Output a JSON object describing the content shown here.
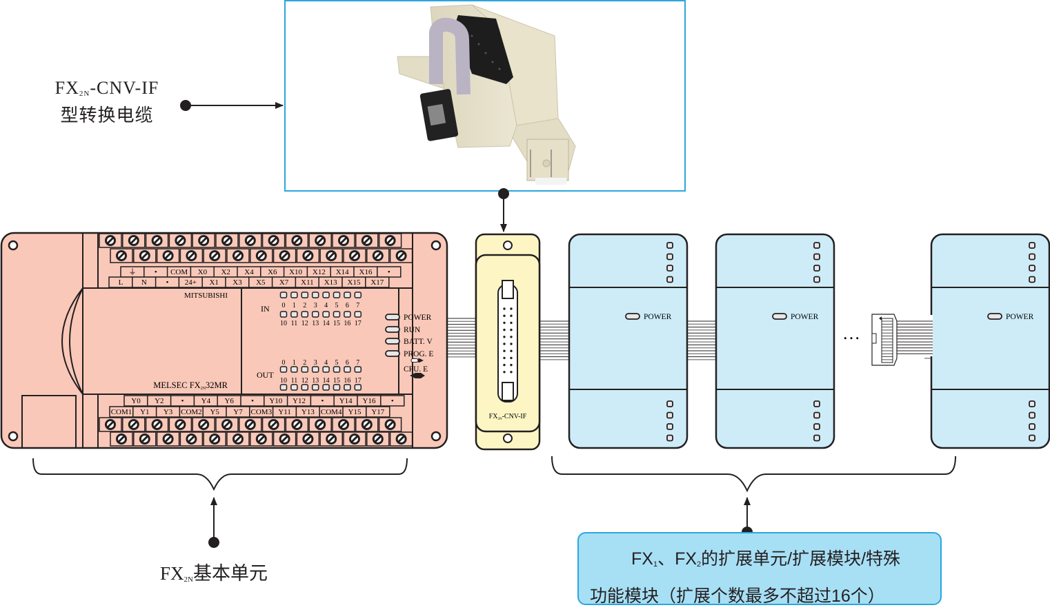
{
  "colors": {
    "base_unit_fill": "#f9c8b8",
    "adapter_fill": "#fdf6c4",
    "module_fill": "#cdecf8",
    "callout_fill": "#a7dff5",
    "accent_border": "#2aa6dd",
    "line": "#231f20"
  },
  "cable_label": {
    "line1_prefix": "FX",
    "line1_sub": "2N",
    "line1_suffix": "-CNV-IF",
    "line2": "型转换电缆"
  },
  "photo": {
    "alt": "FX2N-CNV-IF converter cable photo"
  },
  "base_unit": {
    "brand": "MITSUBISHI",
    "model_prefix": "MELSEC FX",
    "model_sub": "2N",
    "model_suffix": "32MR",
    "top_terminals_row1": [
      "⏚",
      "•",
      "COM",
      "X0",
      "X2",
      "X4",
      "X6",
      "X10",
      "X12",
      "X14",
      "X16",
      "•"
    ],
    "top_terminals_row2": [
      "L",
      "N",
      "•",
      "24+",
      "X1",
      "X3",
      "X5",
      "X7",
      "X11",
      "X13",
      "X15",
      "X17"
    ],
    "bottom_terminals_row1": [
      "Y0",
      "Y2",
      "•",
      "Y4",
      "Y6",
      "•",
      "Y10",
      "Y12",
      "•",
      "Y14",
      "Y16",
      "•"
    ],
    "bottom_terminals_row2": [
      "COM1",
      "Y1",
      "Y3",
      "COM2",
      "Y5",
      "Y7",
      "COM3",
      "Y11",
      "Y13",
      "COM4",
      "Y15",
      "Y17"
    ],
    "in_label": "IN",
    "out_label": "OUT",
    "led_row_low": [
      "0",
      "1",
      "2",
      "3",
      "4",
      "5",
      "6",
      "7"
    ],
    "led_row_high": [
      "10",
      "11",
      "12",
      "13",
      "14",
      "15",
      "16",
      "17"
    ],
    "status_leds": [
      "POWER",
      "RUN",
      "BATT. V",
      "PROG. E",
      "CPU. E"
    ]
  },
  "adapter": {
    "prefix": "FX",
    "sub": "2N",
    "suffix": "-CNV-IF"
  },
  "modules": [
    {
      "power_label": "POWER"
    },
    {
      "power_label": "POWER"
    },
    {
      "power_label": "POWER"
    }
  ],
  "ellipsis": "…",
  "base_label": {
    "prefix": "FX",
    "sub": "2N",
    "suffix": "基本单元"
  },
  "callout": {
    "line1_a": "FX",
    "line1_sub1": "1",
    "line1_b": "、FX",
    "line1_sub2": "2",
    "line1_c": "的扩展单元/扩展模块/特殊",
    "line2": "功能模块（扩展个数最多不超过16个）"
  }
}
